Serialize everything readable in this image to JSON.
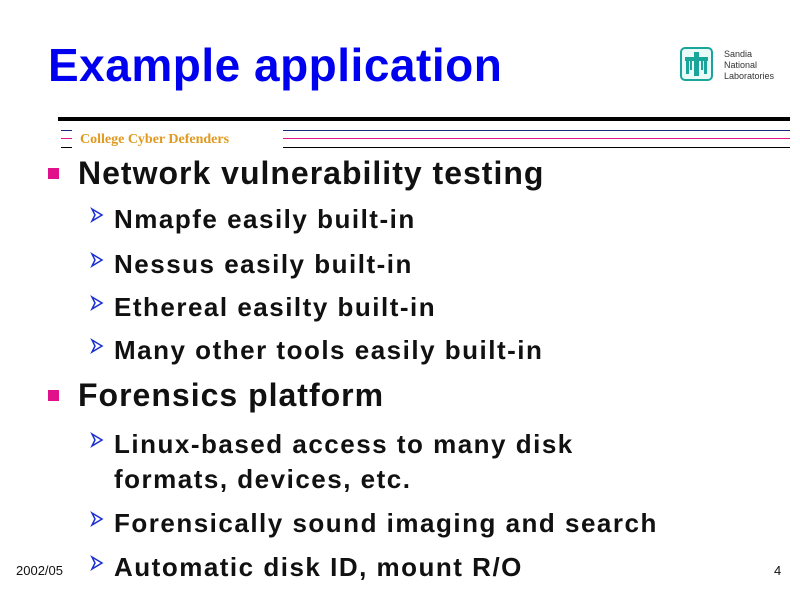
{
  "title": "Example application",
  "logo": {
    "name": "Sandia National Laboratories",
    "lines": [
      "Sandia",
      "National",
      "Laboratories"
    ],
    "color": "#1aa59a"
  },
  "tagline": "College Cyber Defenders",
  "bullets": [
    {
      "text": "Network vulnerability testing",
      "sub": [
        "Nmapfe easily built-in",
        "Nessus easily built-in",
        "Ethereal easilty built-in",
        "Many other tools easily built-in"
      ]
    },
    {
      "text": "Forensics platform",
      "sub": [
        "Linux-based access to many disk formats, devices, etc.",
        "Forensically sound imaging and search",
        "Automatic disk ID, mount R/O"
      ]
    }
  ],
  "sub_wrapped": {
    "line1": "Linux-based access to many disk",
    "line2": "formats, devices, etc."
  },
  "footer": {
    "date": "2002/05",
    "page": "4"
  },
  "colors": {
    "title": "#0000f0",
    "bullet": "#e0118a",
    "tagline": "#e09a20",
    "arrow": "#1a2fd0"
  }
}
